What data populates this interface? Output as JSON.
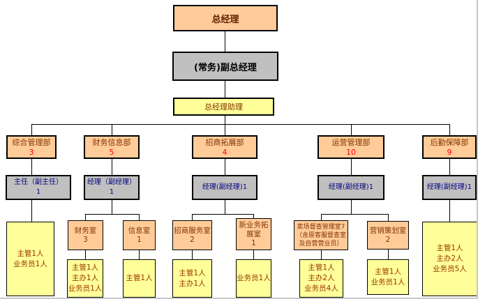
{
  "colors": {
    "box_orange": "#FFCC99",
    "box_gray": "#C0C0C0",
    "box_yellow": "#FFFF99",
    "line_and_border": "#000000",
    "title_text_maroon": "#803300",
    "department_count_red": "#FF0000",
    "manager_text_navy": "#000080",
    "staff_text_brown": "#993300",
    "deputy_text_black": "#000000"
  },
  "org": {
    "general_manager": {
      "label": "总经理"
    },
    "deputy_general_manager": {
      "label": "(常务)副总经理"
    },
    "gm_assistant": {
      "label": "总经理助理"
    },
    "departments": [
      {
        "label": "综合管理部",
        "count": "3",
        "manager": "主任（副主任）\n1",
        "staff": "主管1人\n业务员1人"
      },
      {
        "label": "财务信息部",
        "count": "5",
        "manager": "经理（副经理）1"
      },
      {
        "label": "招商拓展部",
        "count": "4",
        "manager": "经理(副经理)1"
      },
      {
        "label": "运营管理部",
        "count": "10",
        "manager": "经理(副经理)1"
      },
      {
        "label": "后勤保障部",
        "count": "9",
        "manager": "经理(副经理)1",
        "staff": "主管1人\n主办2人\n业务员5人"
      }
    ],
    "offices": [
      {
        "label": "财务室",
        "count": "3",
        "staff": "主管1人\n主办1人\n业务员1人"
      },
      {
        "label": "信息室",
        "count": "1",
        "staff": "主管1人"
      },
      {
        "label": "招商服务室",
        "count": "2",
        "staff": "主管1人\n主办1人"
      },
      {
        "label": "新业务拓展室",
        "count": "1",
        "staff": "业务员1人"
      },
      {
        "label": "卖场督查管理室7\n（含原客服督查室\n及自营营业员）",
        "staff": "主管1人\n主办2人\n业务员4人"
      },
      {
        "label": "营销策划室",
        "count": "2",
        "staff": "主管1人\n业务员1人"
      }
    ]
  }
}
